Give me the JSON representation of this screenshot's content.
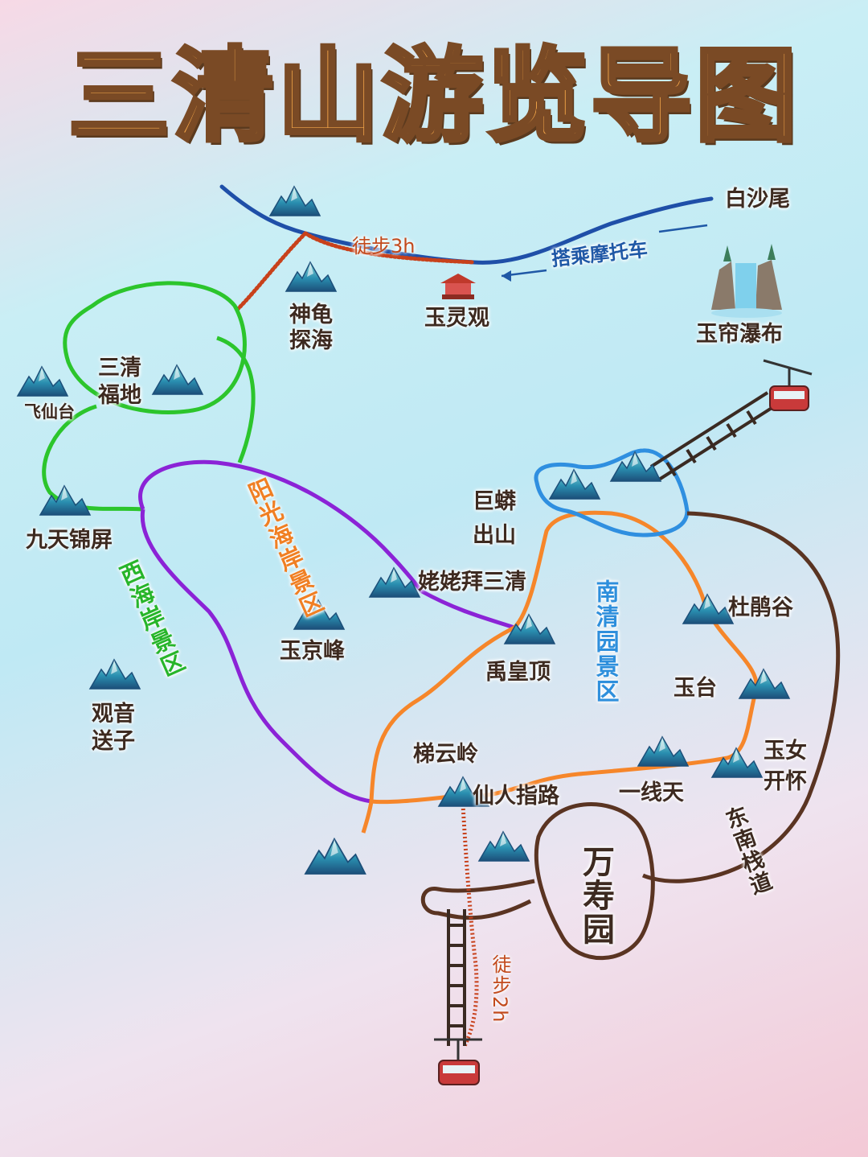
{
  "title": "三清山游览导图",
  "labels": {
    "baishawei": "白沙尾",
    "hike_3h": "徒步3h",
    "motorbike": "搭乘摩托车",
    "yulingguan": "玉灵观",
    "shengui_1": "神龟",
    "shengui_2": "探海",
    "yulian_pubu": "玉帘瀑布",
    "sanqing_fudi_1": "三清",
    "sanqing_fudi_2": "福地",
    "feixiantai": "飞仙台",
    "jiutian_jinping": "九天锦屏",
    "yangguang_zone": "阳光海岸景区",
    "xihai_zone": "西海岸景区",
    "jumang_1": "巨蟒",
    "jumang_2": "出山",
    "laolao_bai_sanqing": "姥姥拜三清",
    "nanqing_zone": "南清园景区",
    "dujuangu": "杜鹃谷",
    "yujingfeng": "玉京峰",
    "yuhuangding": "禹皇顶",
    "yutai": "玉台",
    "guanyin_1": "观音",
    "guanyin_2": "送子",
    "tiyunling": "梯云岭",
    "yunv_1": "玉女",
    "yunv_2": "开怀",
    "xianren_zhilu": "仙人指路",
    "yixiantian": "一线天",
    "dongnan_zone": "东南栈道",
    "wanshouyuan": "万寿园",
    "hike_2h": "徒步2h"
  },
  "colors": {
    "river": "#1f4fa8",
    "hiking_path": "#c8411b",
    "green_zone": "#2cc52c",
    "purple_zone": "#8b23d6",
    "orange_zone": "#f6862a",
    "blue_zone": "#2f8fe0",
    "brown_zone": "#5a3422"
  },
  "icons": [
    "mountain-icon",
    "temple-icon",
    "waterfall-icon",
    "cable-car-icon",
    "ladder-icon"
  ]
}
